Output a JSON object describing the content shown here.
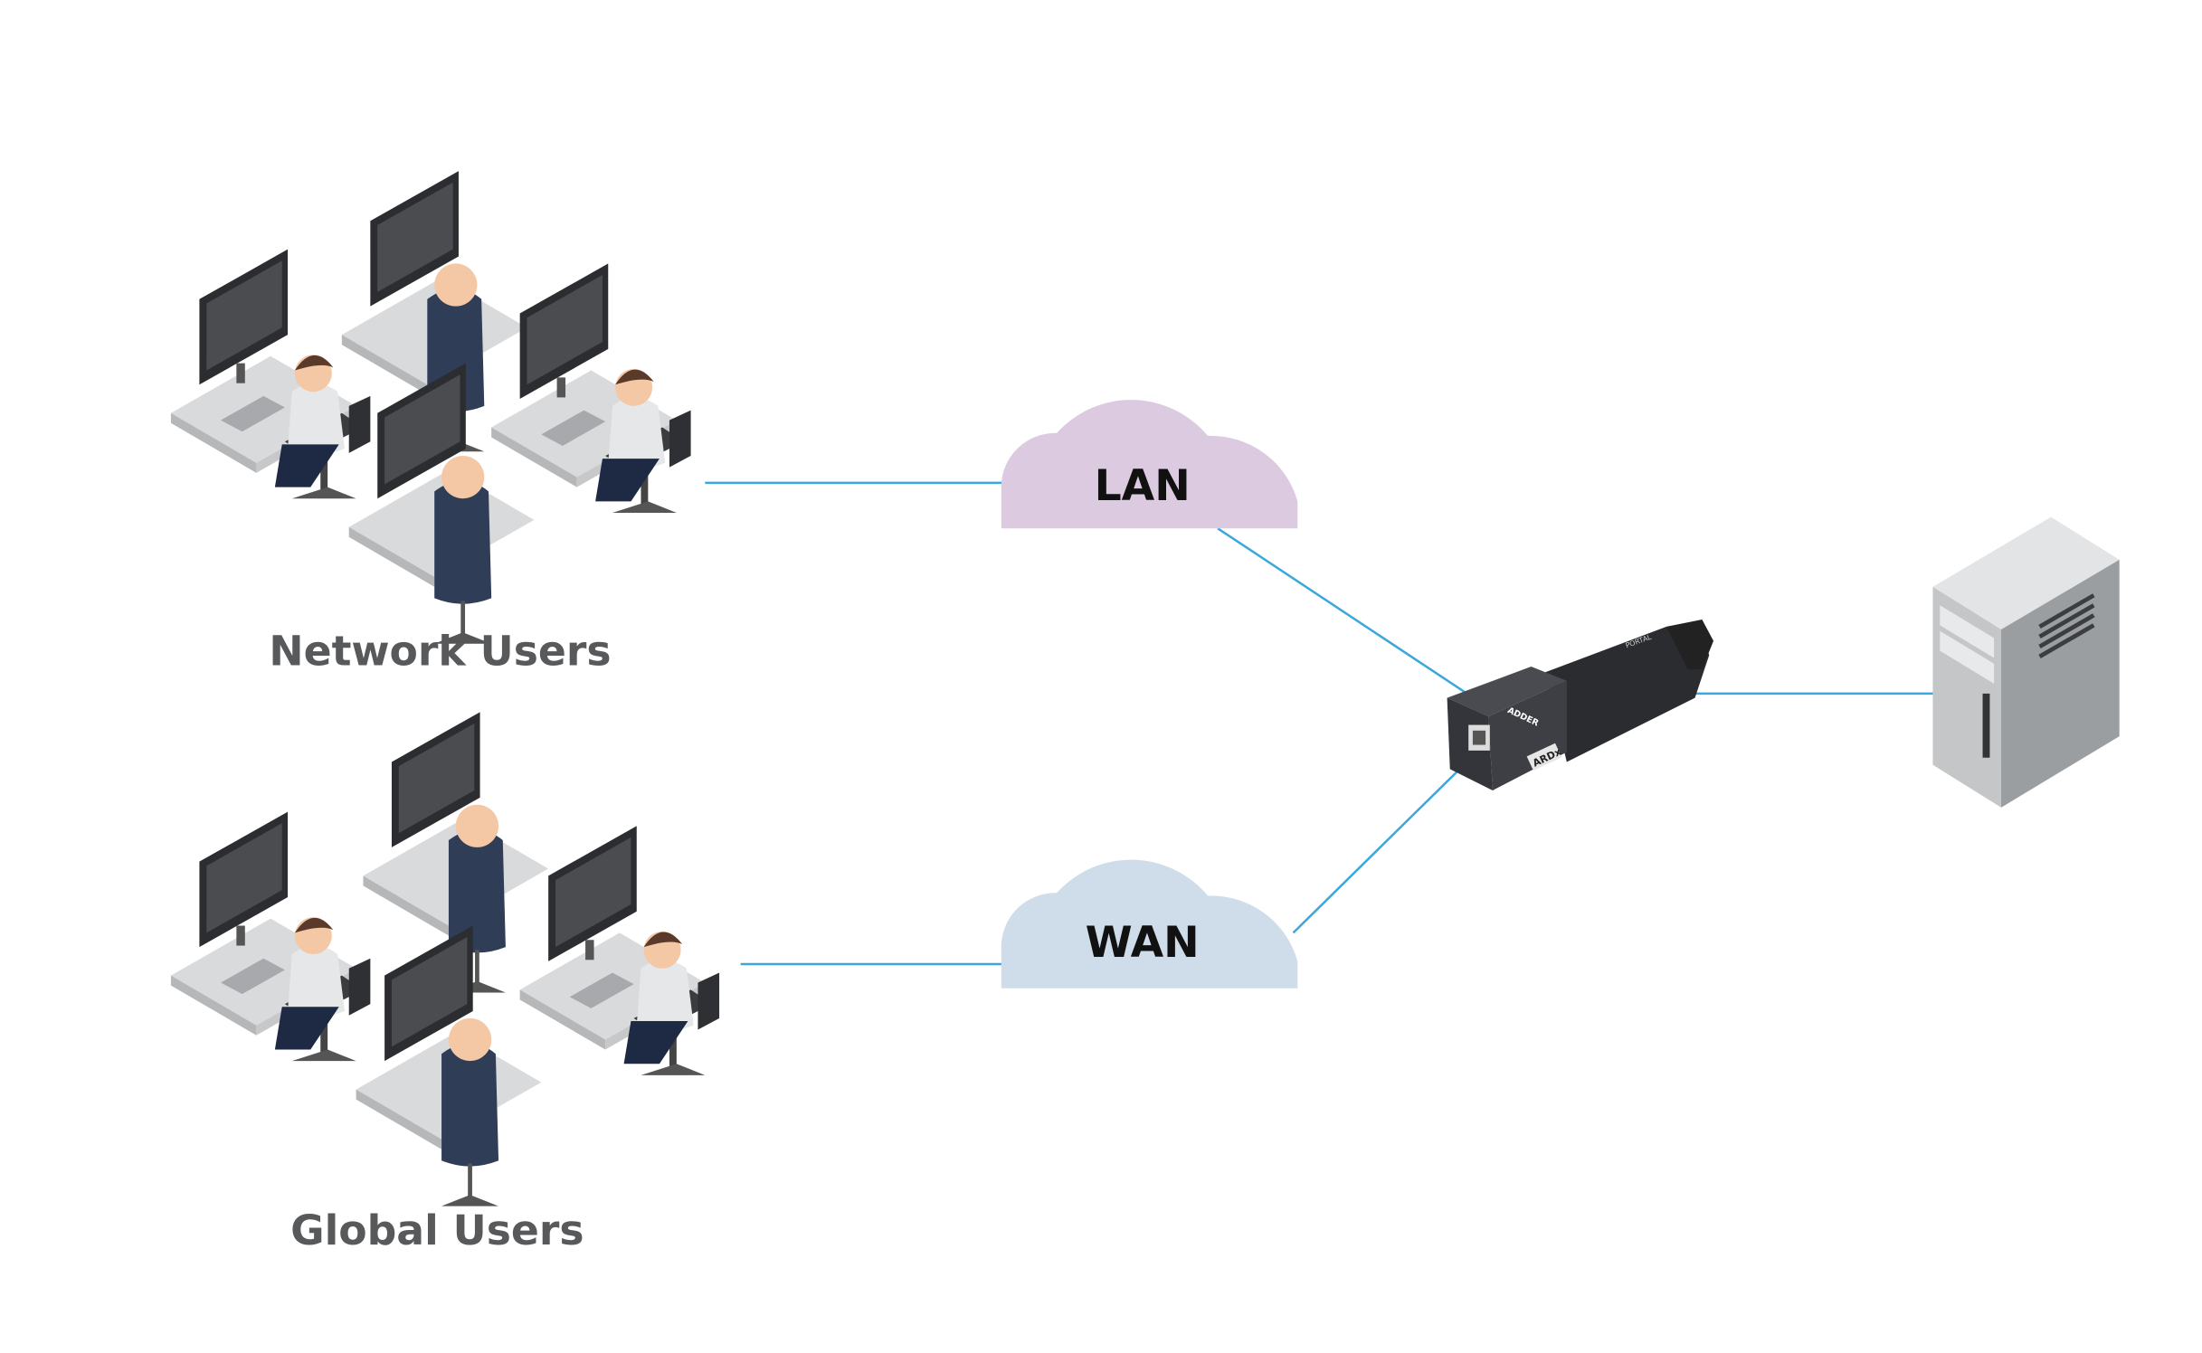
{
  "groups": {
    "network_users": {
      "label": "Network Users"
    },
    "global_users": {
      "label": "Global Users"
    }
  },
  "clouds": {
    "lan": {
      "label": "LAN",
      "color": "#dccae1"
    },
    "wan": {
      "label": "WAN",
      "color": "#cfdcea"
    }
  },
  "device": {
    "brand": "ADDER",
    "badge": "ARDx",
    "model": "PORTAL"
  },
  "colors": {
    "link": "#3aa8dc",
    "label": "#58595b",
    "cloud_text": "#111111"
  }
}
